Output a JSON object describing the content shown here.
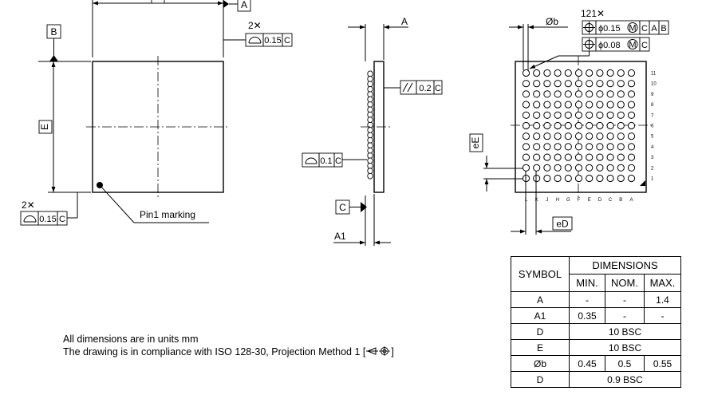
{
  "labels": {
    "datum_a": "A",
    "datum_b": "B",
    "datum_c": "C",
    "dim_e": "E",
    "dim_a": "A",
    "dim_a1": "A1",
    "dim_ob": "Øb",
    "dim_ee": "eE",
    "dim_ed": "eD",
    "mult_2x_top": "2✕",
    "mult_2x_bottom": "2✕",
    "mult_121x": "121✕",
    "pin1_marking": "Pin1 marking"
  },
  "frames": {
    "flatness_top": {
      "tol": "0.15",
      "ref": "C"
    },
    "flatness_bottom": {
      "tol": "0.15",
      "ref": "C"
    },
    "flatness_side": {
      "tol": "0.1",
      "ref": "C"
    },
    "parallel_side": {
      "tol": "0.2",
      "ref": "C"
    },
    "position_1": {
      "tol": "ϕ0.15",
      "mod": "M",
      "ref1": "C",
      "ref2": "A",
      "ref3": "B"
    },
    "position_2": {
      "tol": "ϕ0.08",
      "mod": "M",
      "ref1": "C"
    }
  },
  "grid": {
    "rows": [
      "11",
      "10",
      "9",
      "8",
      "7",
      "6",
      "5",
      "4",
      "3",
      "2",
      "1"
    ],
    "cols": [
      "L",
      "K",
      "J",
      "H",
      "G",
      "F",
      "E",
      "D",
      "C",
      "B",
      "A"
    ]
  },
  "notes": {
    "line1": "All dimensions are in units mm",
    "line2": "The drawing is in compliance with ISO 128-30, Projection Method 1 [",
    "line2_end": "]"
  },
  "table": {
    "header_symbol": "SYMBOL",
    "header_dimensions": "DIMENSIONS",
    "header_min": "MIN.",
    "header_nom": "NOM.",
    "header_max": "MAX.",
    "rows": [
      {
        "symbol": "A",
        "min": "-",
        "nom": "-",
        "max": "1.4"
      },
      {
        "symbol": "A1",
        "min": "0.35",
        "nom": "-",
        "max": "-"
      },
      {
        "symbol": "D",
        "span": "10 BSC"
      },
      {
        "symbol": "E",
        "span": "10 BSC"
      },
      {
        "symbol": "Øb",
        "min": "0.45",
        "nom": "0.5",
        "max": "0.55"
      },
      {
        "symbol": "D",
        "span": "0.9 BSC"
      }
    ]
  }
}
